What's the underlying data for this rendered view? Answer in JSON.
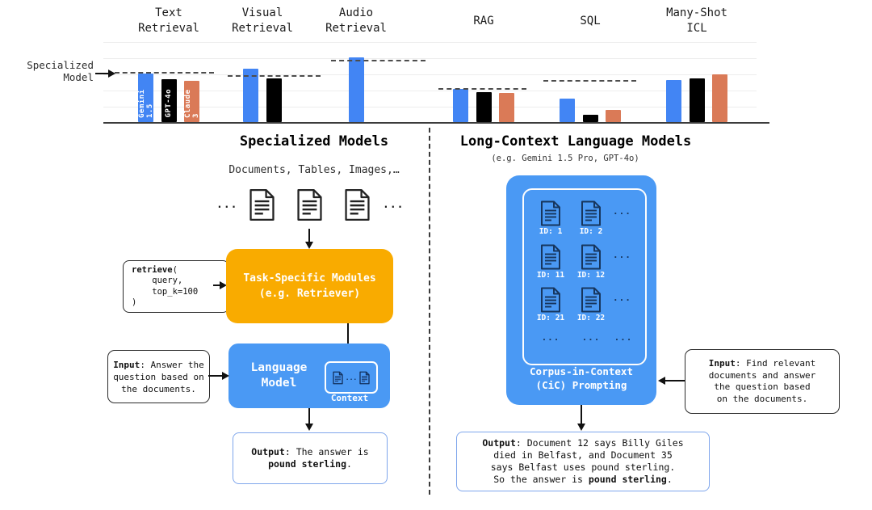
{
  "chart_data": {
    "type": "bar",
    "title": "",
    "xlabel": "",
    "ylabel": "",
    "ylim": [
      0,
      100
    ],
    "grid": true,
    "categories": [
      "Text Retrieval",
      "Visual Retrieval",
      "Audio Retrieval",
      "RAG",
      "SQL",
      "Many-Shot ICL"
    ],
    "series": [
      {
        "name": "Gemini 1.5",
        "color": "#4285F4",
        "values": [
          60,
          66,
          80,
          41,
          29,
          52
        ]
      },
      {
        "name": "GPT-4o",
        "color": "#000000",
        "values": [
          53,
          54,
          null,
          37,
          9,
          54
        ]
      },
      {
        "name": "Claude 3",
        "color": "#DA7A57",
        "values": [
          51,
          null,
          null,
          36,
          15,
          59
        ]
      }
    ],
    "specialized_model_line": [
      61,
      57,
      76,
      41,
      51,
      null
    ],
    "specialized_model_label": "Specialized\nModel",
    "in_bar_labels_group": "Text Retrieval"
  },
  "left": {
    "title": "Specialized Models",
    "subtitle": "Documents, Tables, Images,…",
    "ellipsis": "...",
    "code": {
      "bold": "retrieve",
      "rest": "(\n    query,\n    top_k=100\n)"
    },
    "task_box_label": "Task-Specific Modules\n(e.g. Retriever)",
    "lm_box_label": "Language\nModel",
    "context_label": "Context",
    "context_ellipsis": "...",
    "input": {
      "label": "Input",
      "rest": ": Answer the\nquestion based on\nthe documents."
    },
    "output": {
      "label": "Output",
      "before": ": The answer is\n",
      "bold": "pound sterling",
      "after": "."
    }
  },
  "right": {
    "title": "Long-Context Language Models",
    "subtitle": "(e.g. Gemini 1.5 Pro, GPT-4o)",
    "corpus": {
      "label": "Corpus-in-Context\n(CiC) Prompting",
      "rows": [
        {
          "ids": [
            "ID: 1",
            "ID: 2"
          ]
        },
        {
          "ids": [
            "ID: 11",
            "ID: 12"
          ]
        },
        {
          "ids": [
            "ID: 21",
            "ID: 22"
          ]
        }
      ],
      "ellipsis": "..."
    },
    "input": {
      "label": "Input",
      "rest": ": Find relevant\ndocuments and answer\nthe question based\non the documents."
    },
    "output": {
      "label": "Output",
      "before": ": Document 12 says Billy Giles\ndied in Belfast, and Document 35\nsays Belfast uses pound sterling.\nSo the answer is ",
      "bold": "pound sterling",
      "after": "."
    }
  },
  "colors": {
    "box_blue": "#4A99F4",
    "box_yellow": "#F9AB00",
    "doc_navy": "#17365E",
    "output_border": "#7FA6EC"
  }
}
